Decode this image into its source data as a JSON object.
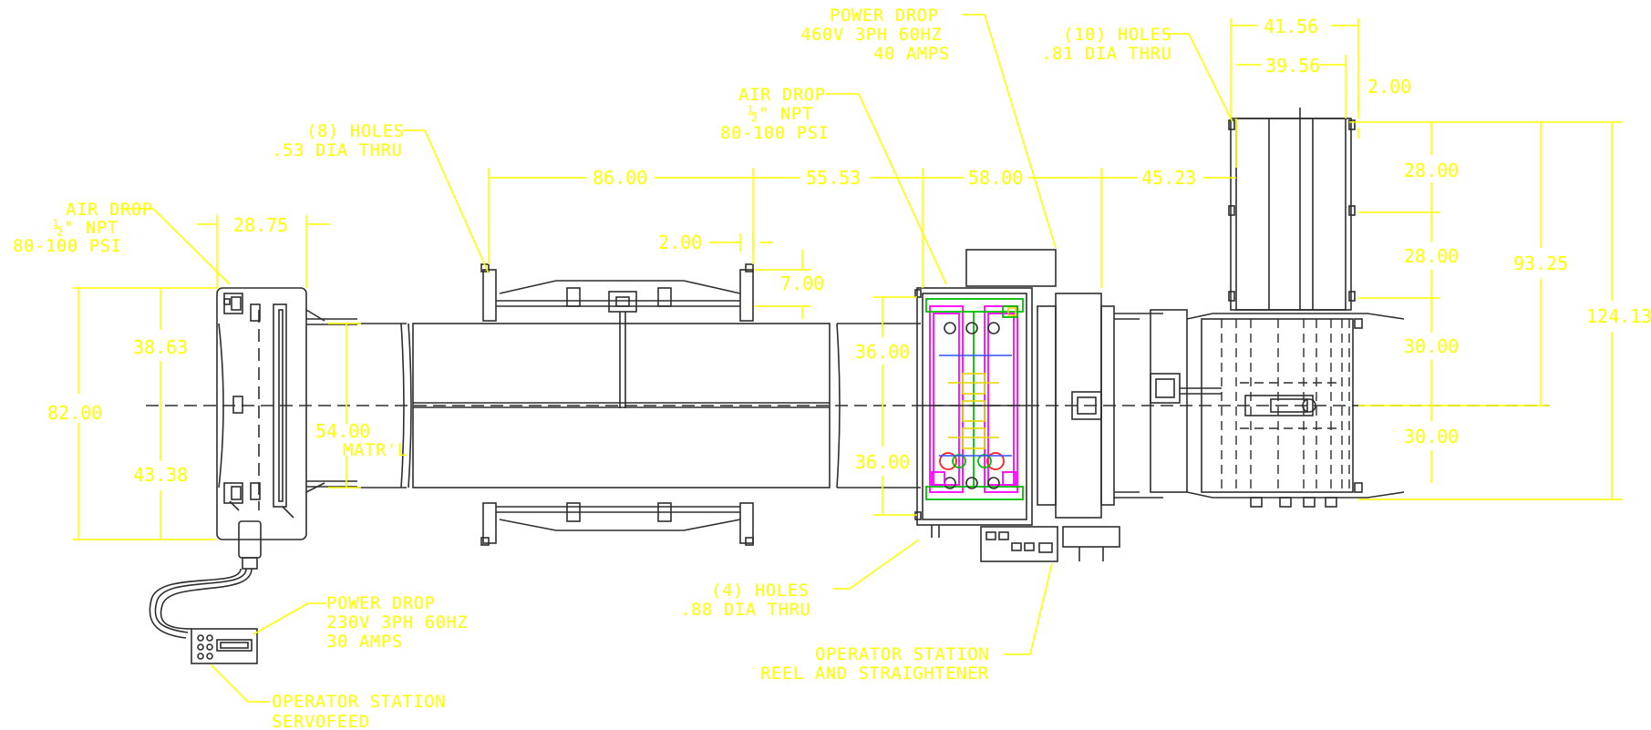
{
  "labels": {
    "air_drop_left": [
      "AIR DROP",
      "½\" NPT",
      "80-100 PSI"
    ],
    "holes_8": [
      "(8) HOLES",
      ".53 DIA THRU"
    ],
    "air_drop_center": [
      "AIR DROP",
      "½\" NPT",
      "80-100 PSI"
    ],
    "power_drop_top": [
      "POWER DROP",
      "460V 3PH 60HZ",
      "40 AMPS"
    ],
    "holes_10": [
      "(10) HOLES",
      ".81 DIA THRU"
    ],
    "holes_4": [
      "(4) HOLES",
      ".88 DIA THRU"
    ],
    "power_drop_bottom": [
      "POWER DROP",
      "230V 3PH 60HZ",
      "30 AMPS"
    ],
    "operator_servofeed": [
      "OPERATOR STATION",
      "SERVOFEED"
    ],
    "operator_reel": [
      "OPERATOR STATION",
      "REEL AND STRAIGHTENER"
    ],
    "matrl": "MATR'L"
  },
  "dimensions": {
    "d_28_75": "28.75",
    "d_86": "86.00",
    "d_55_53": "55.53",
    "d_58": "58.00",
    "d_45_23": "45.23",
    "d_2_mid": "2.00",
    "d_7": "7.00",
    "d_82": "82.00",
    "d_38_63": "38.63",
    "d_43_38": "43.38",
    "d_54": "54.00",
    "d_36_top": "36.00",
    "d_36_bot": "36.00",
    "d_41_56": "41.56",
    "d_39_56": "39.56",
    "d_2_right": "2.00",
    "d_28_a": "28.00",
    "d_28_b": "28.00",
    "d_30_a": "30.00",
    "d_30_b": "30.00",
    "d_93_25": "93.25",
    "d_124_13": "124.13"
  },
  "colors": {
    "background": "#ffffff",
    "annotation": "#ffff00",
    "linework": "#2e2e2e",
    "detail_magenta": "#ff00ff",
    "detail_green": "#00c000",
    "detail_red": "#ff2020"
  }
}
